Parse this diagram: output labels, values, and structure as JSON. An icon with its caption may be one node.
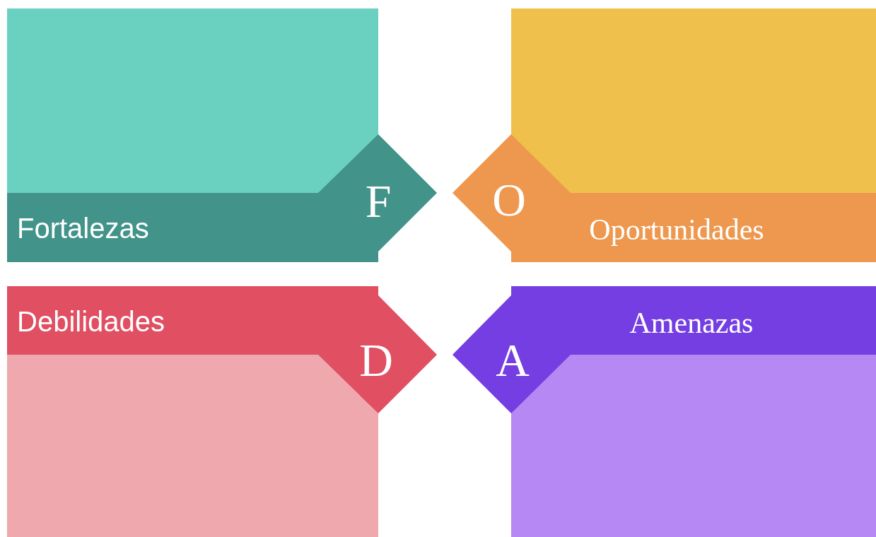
{
  "diagram": {
    "nodes": [
      {
        "text": [
          "F",
          "Fortalezas"
        ]
      },
      {
        "text": [
          "O",
          "Oportunidades"
        ]
      },
      {
        "text": [
          "D",
          "Debilidades"
        ]
      },
      {
        "text": [
          "A",
          "Amenazas"
        ]
      }
    ]
  }
}
